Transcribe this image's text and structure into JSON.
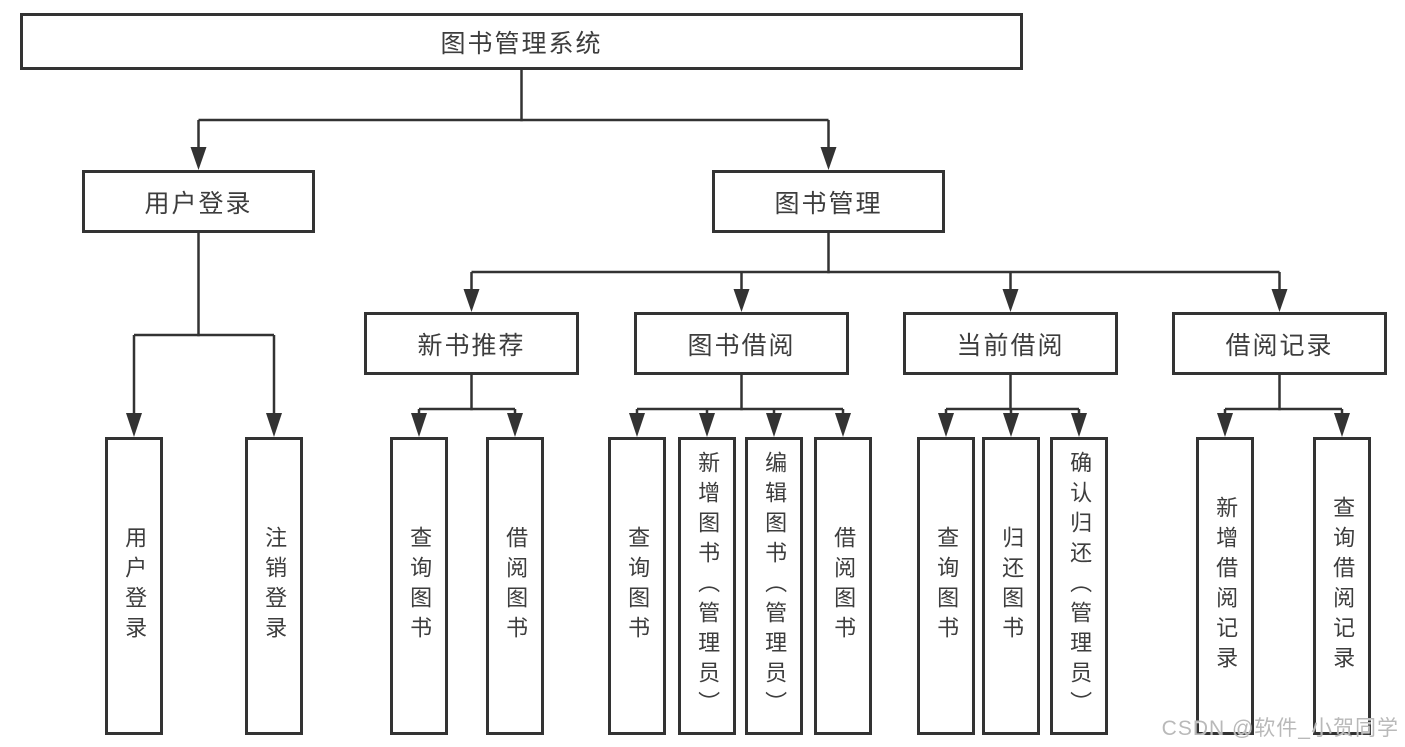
{
  "diagram": {
    "root": {
      "label": "图书管理系统"
    },
    "branches": [
      {
        "label": "用户登录",
        "children": [
          {
            "label": "用户登录"
          },
          {
            "label": "注销登录"
          }
        ]
      },
      {
        "label": "图书管理",
        "children": [
          {
            "label": "新书推荐",
            "children": [
              {
                "label": "查询图书"
              },
              {
                "label": "借阅图书"
              }
            ]
          },
          {
            "label": "图书借阅",
            "children": [
              {
                "label": "查询图书"
              },
              {
                "label": "新增图书（管理员）"
              },
              {
                "label": "编辑图书（管理员）"
              },
              {
                "label": "借阅图书"
              }
            ]
          },
          {
            "label": "当前借阅",
            "children": [
              {
                "label": "查询图书"
              },
              {
                "label": "归还图书"
              },
              {
                "label": "确认归还（管理员）"
              }
            ]
          },
          {
            "label": "借阅记录",
            "children": [
              {
                "label": "新增借阅记录"
              },
              {
                "label": "查询借阅记录"
              }
            ]
          }
        ]
      }
    ]
  },
  "watermark": {
    "text": "CSDN @软件_小贺同学",
    "color": "#b9b9b9"
  },
  "colors": {
    "line": "#333333",
    "box_border": "#333333",
    "text": "#3d3d3d",
    "background": "#ffffff"
  }
}
